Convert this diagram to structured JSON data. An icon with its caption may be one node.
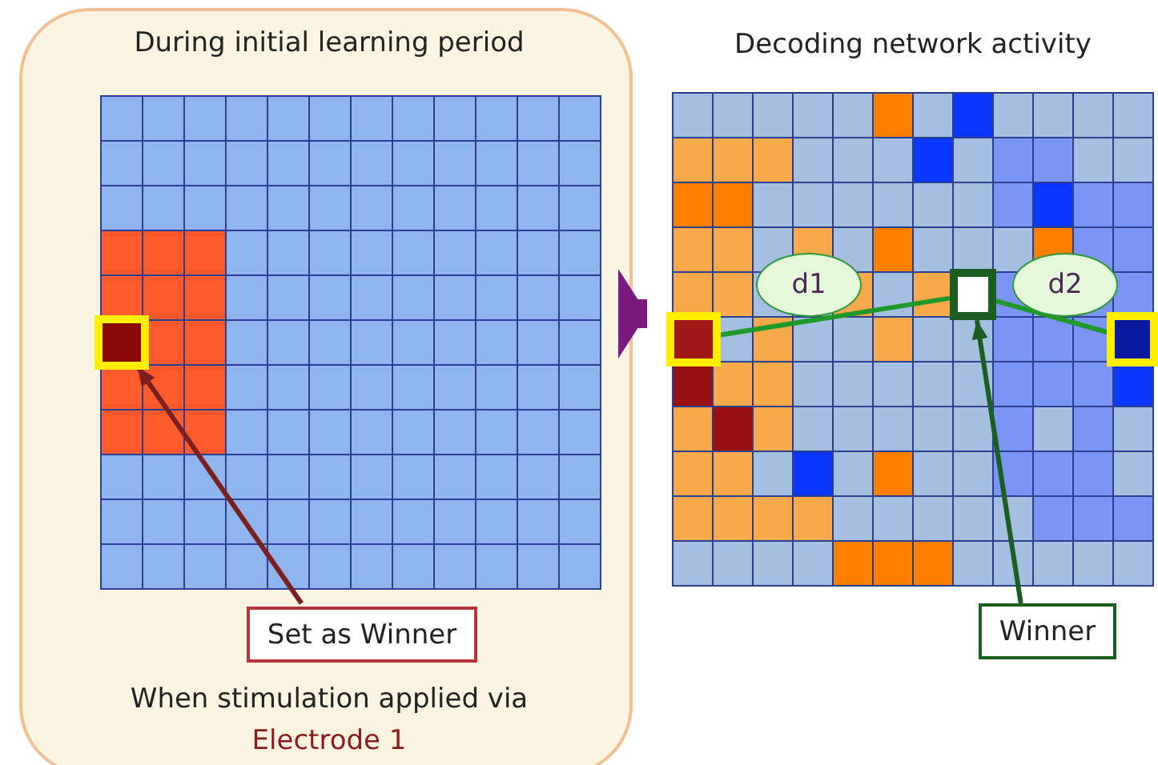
{
  "diagram": {
    "nodes": [
      {
        "text": [
          "During initial learning period",
          "When stimulation applied via",
          "Electrode 1"
        ]
      },
      {
        "text": [],
        "shape": "box",
        "in": 0
      },
      {
        "text": [
          "Set as Winner"
        ],
        "in": 0
      },
      {
        "text": [
          "Decoding network activity"
        ]
      },
      {
        "text": [],
        "shape": "box",
        "in": 3
      },
      {
        "text": [],
        "shape": "box",
        "in": 3
      },
      {
        "text": [],
        "shape": "box",
        "in": 3
      },
      {
        "text": [
          "Winner"
        ]
      }
    ],
    "edges": [
      {
        "from": 0,
        "to": 3,
        "arrow": "to",
        "style": "thick",
        "color": "#7b1a7e"
      },
      {
        "from": 2,
        "to": 1,
        "arrow": "to",
        "color": "#7a2020"
      },
      {
        "from": 4,
        "to": 5,
        "arrow": "none",
        "label": "d1",
        "color": "#1f9a2a"
      },
      {
        "from": 5,
        "to": 6,
        "arrow": "none",
        "label": "d2",
        "color": "#1f9a2a"
      },
      {
        "from": 7,
        "to": 5,
        "arrow": "to",
        "color": "#1b5e20"
      }
    ]
  }
}
